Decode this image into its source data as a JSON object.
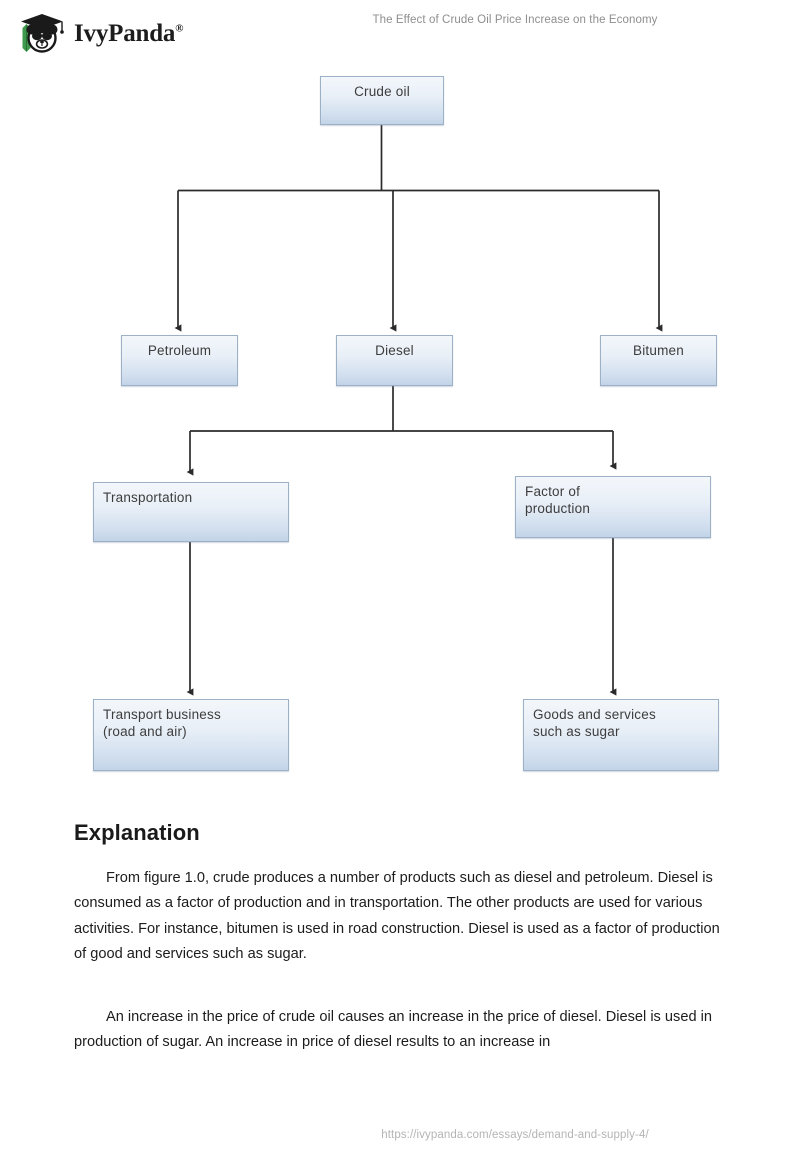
{
  "header": {
    "brand_name": "IvyPanda",
    "brand_registered_mark": "®",
    "document_title": "The Effect of Crude Oil Price Increase on the Economy"
  },
  "figure": {
    "nodes": [
      {
        "id": "crude-oil",
        "label": "Crude oil"
      },
      {
        "id": "petroleum",
        "label": "Petroleum"
      },
      {
        "id": "diesel",
        "label": "Diesel"
      },
      {
        "id": "bitumen",
        "label": "Bitumen"
      },
      {
        "id": "transportation",
        "label": "Transportation"
      },
      {
        "id": "factor-production",
        "label": "Factor of\nproduction"
      },
      {
        "id": "transport-business",
        "label": "Transport business\n(road and air)"
      },
      {
        "id": "goods-services",
        "label": "Goods and services\nsuch as sugar"
      }
    ],
    "node_labels": {
      "crude_oil": "Crude oil",
      "petroleum": "Petroleum",
      "diesel": "Diesel",
      "bitumen": "Bitumen",
      "transportation": "Transportation",
      "factor_of_production_line1": "Factor of",
      "factor_of_production_line2": "production",
      "transport_business_line1": "Transport business",
      "transport_business_line2": "(road and air)",
      "goods_services_line1": "Goods and services",
      "goods_services_line2": "such as sugar"
    },
    "colors": {
      "node_border": "#9cb0c6",
      "node_fill_top": "#f3f7fb",
      "node_fill_bottom": "#c3d4e8",
      "connector": "#2b2b2b"
    }
  },
  "content": {
    "heading": "Explanation",
    "paragraph_1": "From figure 1.0, crude produces a number of products such as diesel and petroleum. Diesel is consumed as a factor of production and in transportation. The other products are used for various activities. For instance, bitumen is used in road construction. Diesel is used as a factor of production of good and services such as sugar.",
    "paragraph_2": "An increase in the price of crude oil causes an increase in the price of diesel. Diesel is used in production of sugar. An increase in price of diesel results to an increase in"
  },
  "footer": {
    "url": "https://ivypanda.com/essays/demand-and-supply-4/"
  }
}
